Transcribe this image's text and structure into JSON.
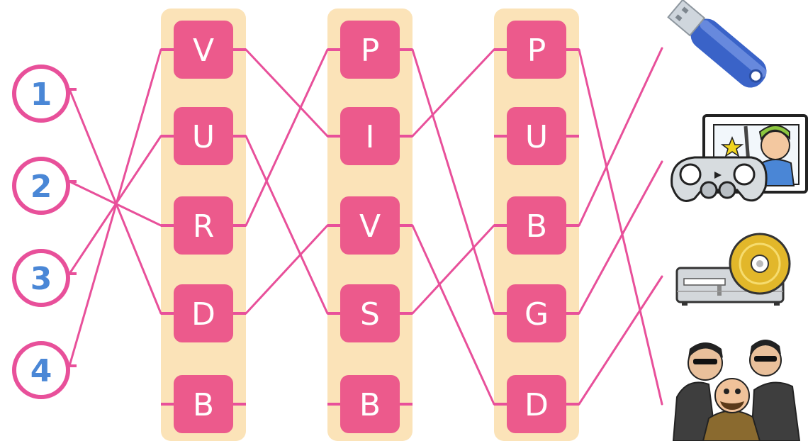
{
  "colors": {
    "column_bg": "#fbe3b8",
    "node_fill": "#ec5a8c",
    "line": "#e8509a",
    "circle_stroke": "#e8509a",
    "number": "#4a87d6"
  },
  "numbers": [
    "1",
    "2",
    "3",
    "4"
  ],
  "columns": [
    {
      "letters": [
        "V",
        "U",
        "R",
        "D",
        "B"
      ]
    },
    {
      "letters": [
        "P",
        "I",
        "V",
        "S",
        "B"
      ]
    },
    {
      "letters": [
        "P",
        "U",
        "B",
        "G",
        "D"
      ]
    }
  ],
  "pictures": [
    {
      "name": "usb-drive-icon"
    },
    {
      "name": "game-console-icon"
    },
    {
      "name": "dvd-player-icon"
    },
    {
      "name": "bodyguards-icon"
    }
  ],
  "connections": {
    "numbers_to_col1": [
      [
        0,
        3
      ],
      [
        1,
        2
      ],
      [
        2,
        1
      ],
      [
        3,
        0
      ]
    ],
    "col1_to_col2": [
      [
        0,
        1
      ],
      [
        1,
        3
      ],
      [
        2,
        0
      ],
      [
        3,
        2
      ]
    ],
    "col2_to_col3": [
      [
        0,
        3
      ],
      [
        1,
        0
      ],
      [
        2,
        4
      ],
      [
        3,
        2
      ]
    ],
    "col3_to_pictures": [
      [
        0,
        3
      ],
      [
        2,
        0
      ],
      [
        3,
        1
      ],
      [
        4,
        2
      ]
    ]
  }
}
